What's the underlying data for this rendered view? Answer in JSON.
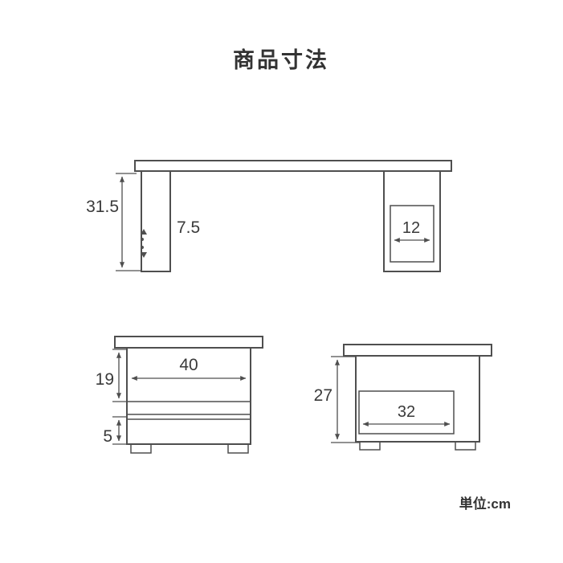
{
  "title": "商品寸法",
  "unit_label": "単位:cm",
  "dims": {
    "front_total_height": "31.5",
    "front_leg_detail": "7.5",
    "front_inner_width": "12",
    "side_left_inner_width": "40",
    "side_left_upper_height": "19",
    "side_left_lower_height": "5",
    "side_right_inner_height": "27",
    "side_right_inner_width": "32"
  }
}
